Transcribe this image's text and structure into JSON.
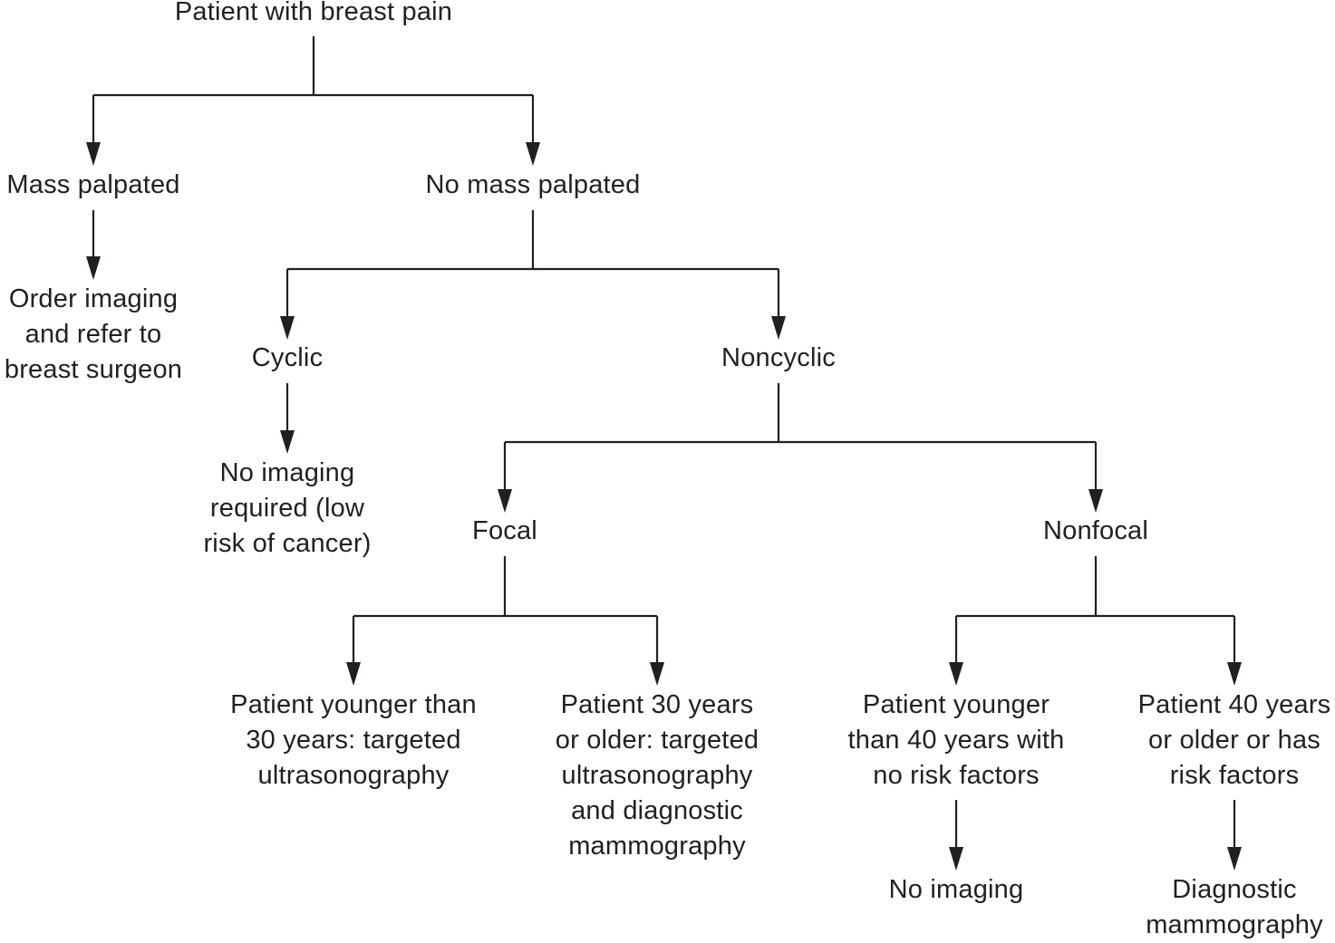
{
  "nodes": {
    "root": [
      "Patient with breast pain"
    ],
    "mass": [
      "Mass palpated"
    ],
    "no_mass": [
      "No mass palpated"
    ],
    "order_imaging": [
      "Order imaging",
      "and refer to",
      "breast surgeon"
    ],
    "cyclic": [
      "Cyclic"
    ],
    "noncyclic": [
      "Noncyclic"
    ],
    "no_imaging_required": [
      "No imaging",
      "required (low",
      "risk of cancer)"
    ],
    "focal": [
      "Focal"
    ],
    "nonfocal": [
      "Nonfocal"
    ],
    "young_focal": [
      "Patient younger than",
      "30 years: targeted",
      "ultrasonography"
    ],
    "older_focal": [
      "Patient 30 years",
      "or older: targeted",
      "ultrasonography",
      "and diagnostic",
      "mammography"
    ],
    "young_nonfocal": [
      "Patient younger",
      "than 40 years with",
      "no risk factors"
    ],
    "older_nonfocal": [
      "Patient 40 years",
      "or older or has",
      "risk factors"
    ],
    "no_imaging": [
      "No imaging"
    ],
    "diag_mammo": [
      "Diagnostic",
      "mammography"
    ]
  },
  "edges": [
    [
      "root",
      "mass"
    ],
    [
      "root",
      "no_mass"
    ],
    [
      "mass",
      "order_imaging"
    ],
    [
      "no_mass",
      "cyclic"
    ],
    [
      "no_mass",
      "noncyclic"
    ],
    [
      "cyclic",
      "no_imaging_required"
    ],
    [
      "noncyclic",
      "focal"
    ],
    [
      "noncyclic",
      "nonfocal"
    ],
    [
      "focal",
      "young_focal"
    ],
    [
      "focal",
      "older_focal"
    ],
    [
      "nonfocal",
      "young_nonfocal"
    ],
    [
      "nonfocal",
      "older_nonfocal"
    ],
    [
      "young_nonfocal",
      "no_imaging"
    ],
    [
      "older_nonfocal",
      "diag_mammo"
    ]
  ]
}
